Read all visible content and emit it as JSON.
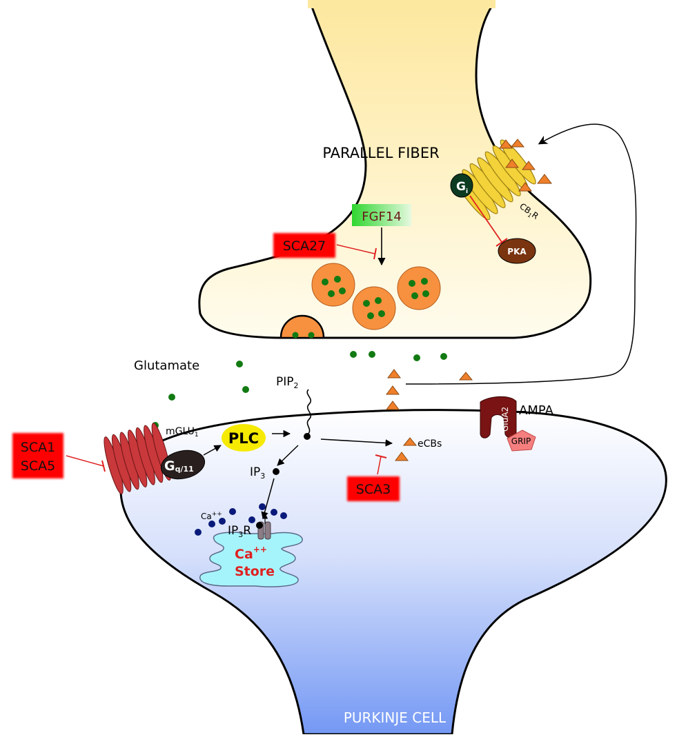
{
  "labels": {
    "parallel_fiber": "PARALLEL FIBER",
    "purkinje_cell": "PURKINJE CELL",
    "glutamate": "Glutamate",
    "pip2_main": "PIP",
    "pip2_sub": "2",
    "ip3_main": "IP",
    "ip3_sub": "3",
    "ip3r_main": "IP",
    "ip3r_sub": "3",
    "ip3r_tail": "R",
    "ca_main": "Ca",
    "ca_sup": "++",
    "ca_store_line1": "Ca",
    "ca_store_sup": "++",
    "ca_store_line2": "Store",
    "mglu_main": "mGLU",
    "mglu_sub": "1",
    "gq_main": "G",
    "gq_sub": "q/11",
    "plc": "PLC",
    "ecbs": "eCBs",
    "ampa": "AMPA",
    "glua2": "GluA2",
    "grip": "GRIP",
    "gi_main": "G",
    "gi_sub": "i",
    "pka": "PKA",
    "cb1r_main": "CB",
    "cb1r_sub": "1",
    "cb1r_tail": "R",
    "fgf14": "FGF14"
  },
  "disease_labels": {
    "sca27": "SCA27",
    "sca1": "SCA1",
    "sca5": "SCA5",
    "sca3": "SCA3"
  },
  "colors": {
    "fiber_top": "#fde9a0",
    "fiber_bottom": "#fffbea",
    "cell_top": "#ffffff",
    "cell_bottom": "#7a9cf5",
    "vesicle": "#f7913f",
    "glutamate": "#127a12",
    "ecb_triangle": "#ef7f2a",
    "disease_red": "#ff0000",
    "inhibit_line": "#e02020",
    "mglu_receptor": "#c9383b",
    "cb1_receptor": "#f3d23a",
    "plc": "#f5ea00",
    "gq": "#2a1f1f",
    "gi": "#0d3b22",
    "pka": "#7a3410",
    "ampa": "#7a1414",
    "grip": "#f57f7f",
    "ca_ion": "#0a1a7a",
    "ca_store": "#a6f4fb",
    "ca_store_text": "#e02020",
    "fgf14_green": "#39dc39"
  }
}
